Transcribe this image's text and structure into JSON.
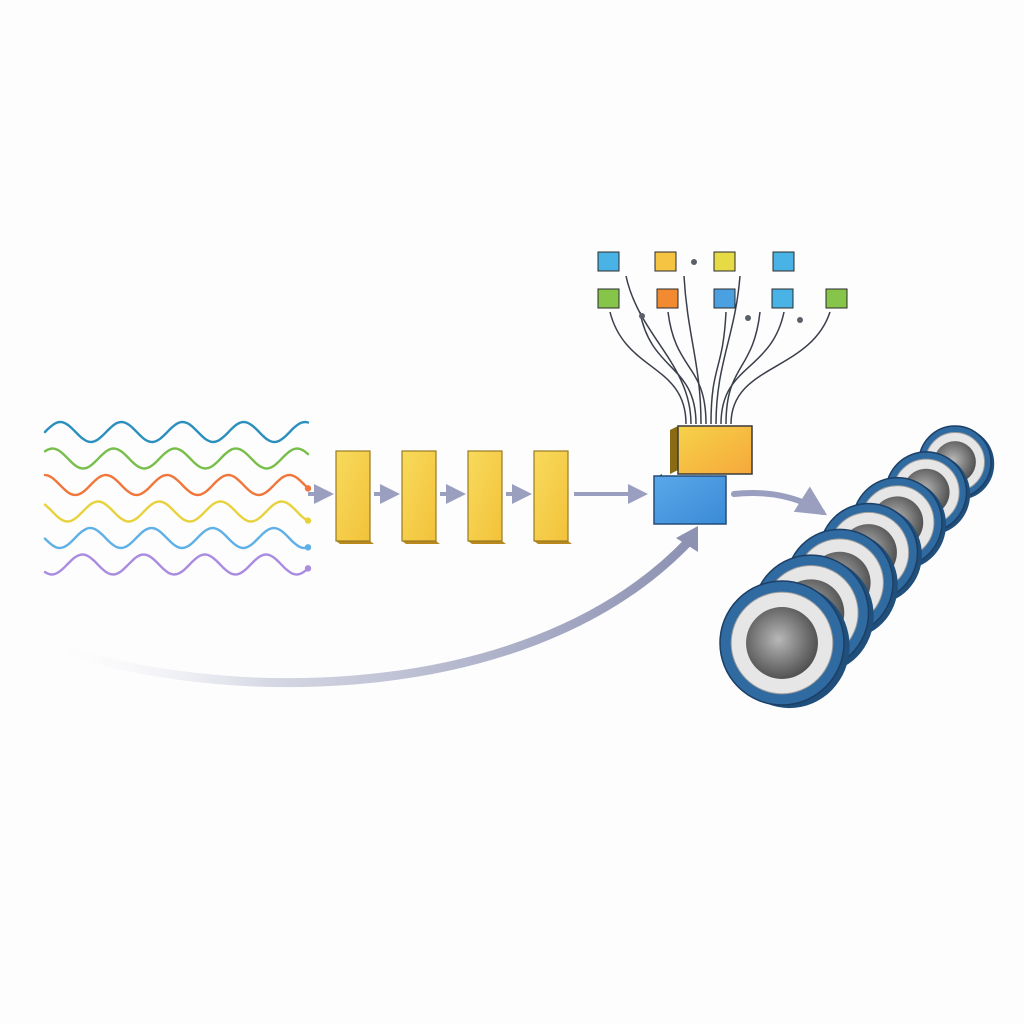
{
  "diagram": {
    "colors": {
      "background": "#fdfdfd",
      "arrow": "#9a9fbf",
      "arrow_light": "#e6e6ec",
      "block_yellow": "#f6d04d",
      "block_yellow_side": "#b88a1e",
      "block_blue": "#4a9be0",
      "block_blue_side": "#1f5f9a",
      "ring_blue": "#2f6aa0",
      "ring_gray": "#c8c8c8",
      "wire": "#3a3f4a"
    },
    "signals": [
      {
        "color": "#2a8fbd",
        "endpoint": false
      },
      {
        "color": "#78be4a",
        "endpoint": false
      },
      {
        "color": "#f0763a",
        "endpoint": true
      },
      {
        "color": "#e8d23c",
        "endpoint": true
      },
      {
        "color": "#5fb0e6",
        "endpoint": true
      },
      {
        "color": "#a98be0",
        "endpoint": true
      }
    ],
    "processing_blocks": 4,
    "token_squares": [
      {
        "row": 1,
        "color": "#4ab3e6"
      },
      {
        "row": 1,
        "color": "#f6c443"
      },
      {
        "row": 1,
        "color": "#e6da45"
      },
      {
        "row": 1,
        "color": "#4ab3e6"
      },
      {
        "row": 2,
        "color": "#86c44a"
      },
      {
        "row": 2,
        "color": "#f28a32"
      },
      {
        "row": 2,
        "color": "#4aa0e0"
      },
      {
        "row": 2,
        "color": "#4ab3e6"
      },
      {
        "row": 2,
        "color": "#86c44a"
      }
    ],
    "rings": 7
  }
}
